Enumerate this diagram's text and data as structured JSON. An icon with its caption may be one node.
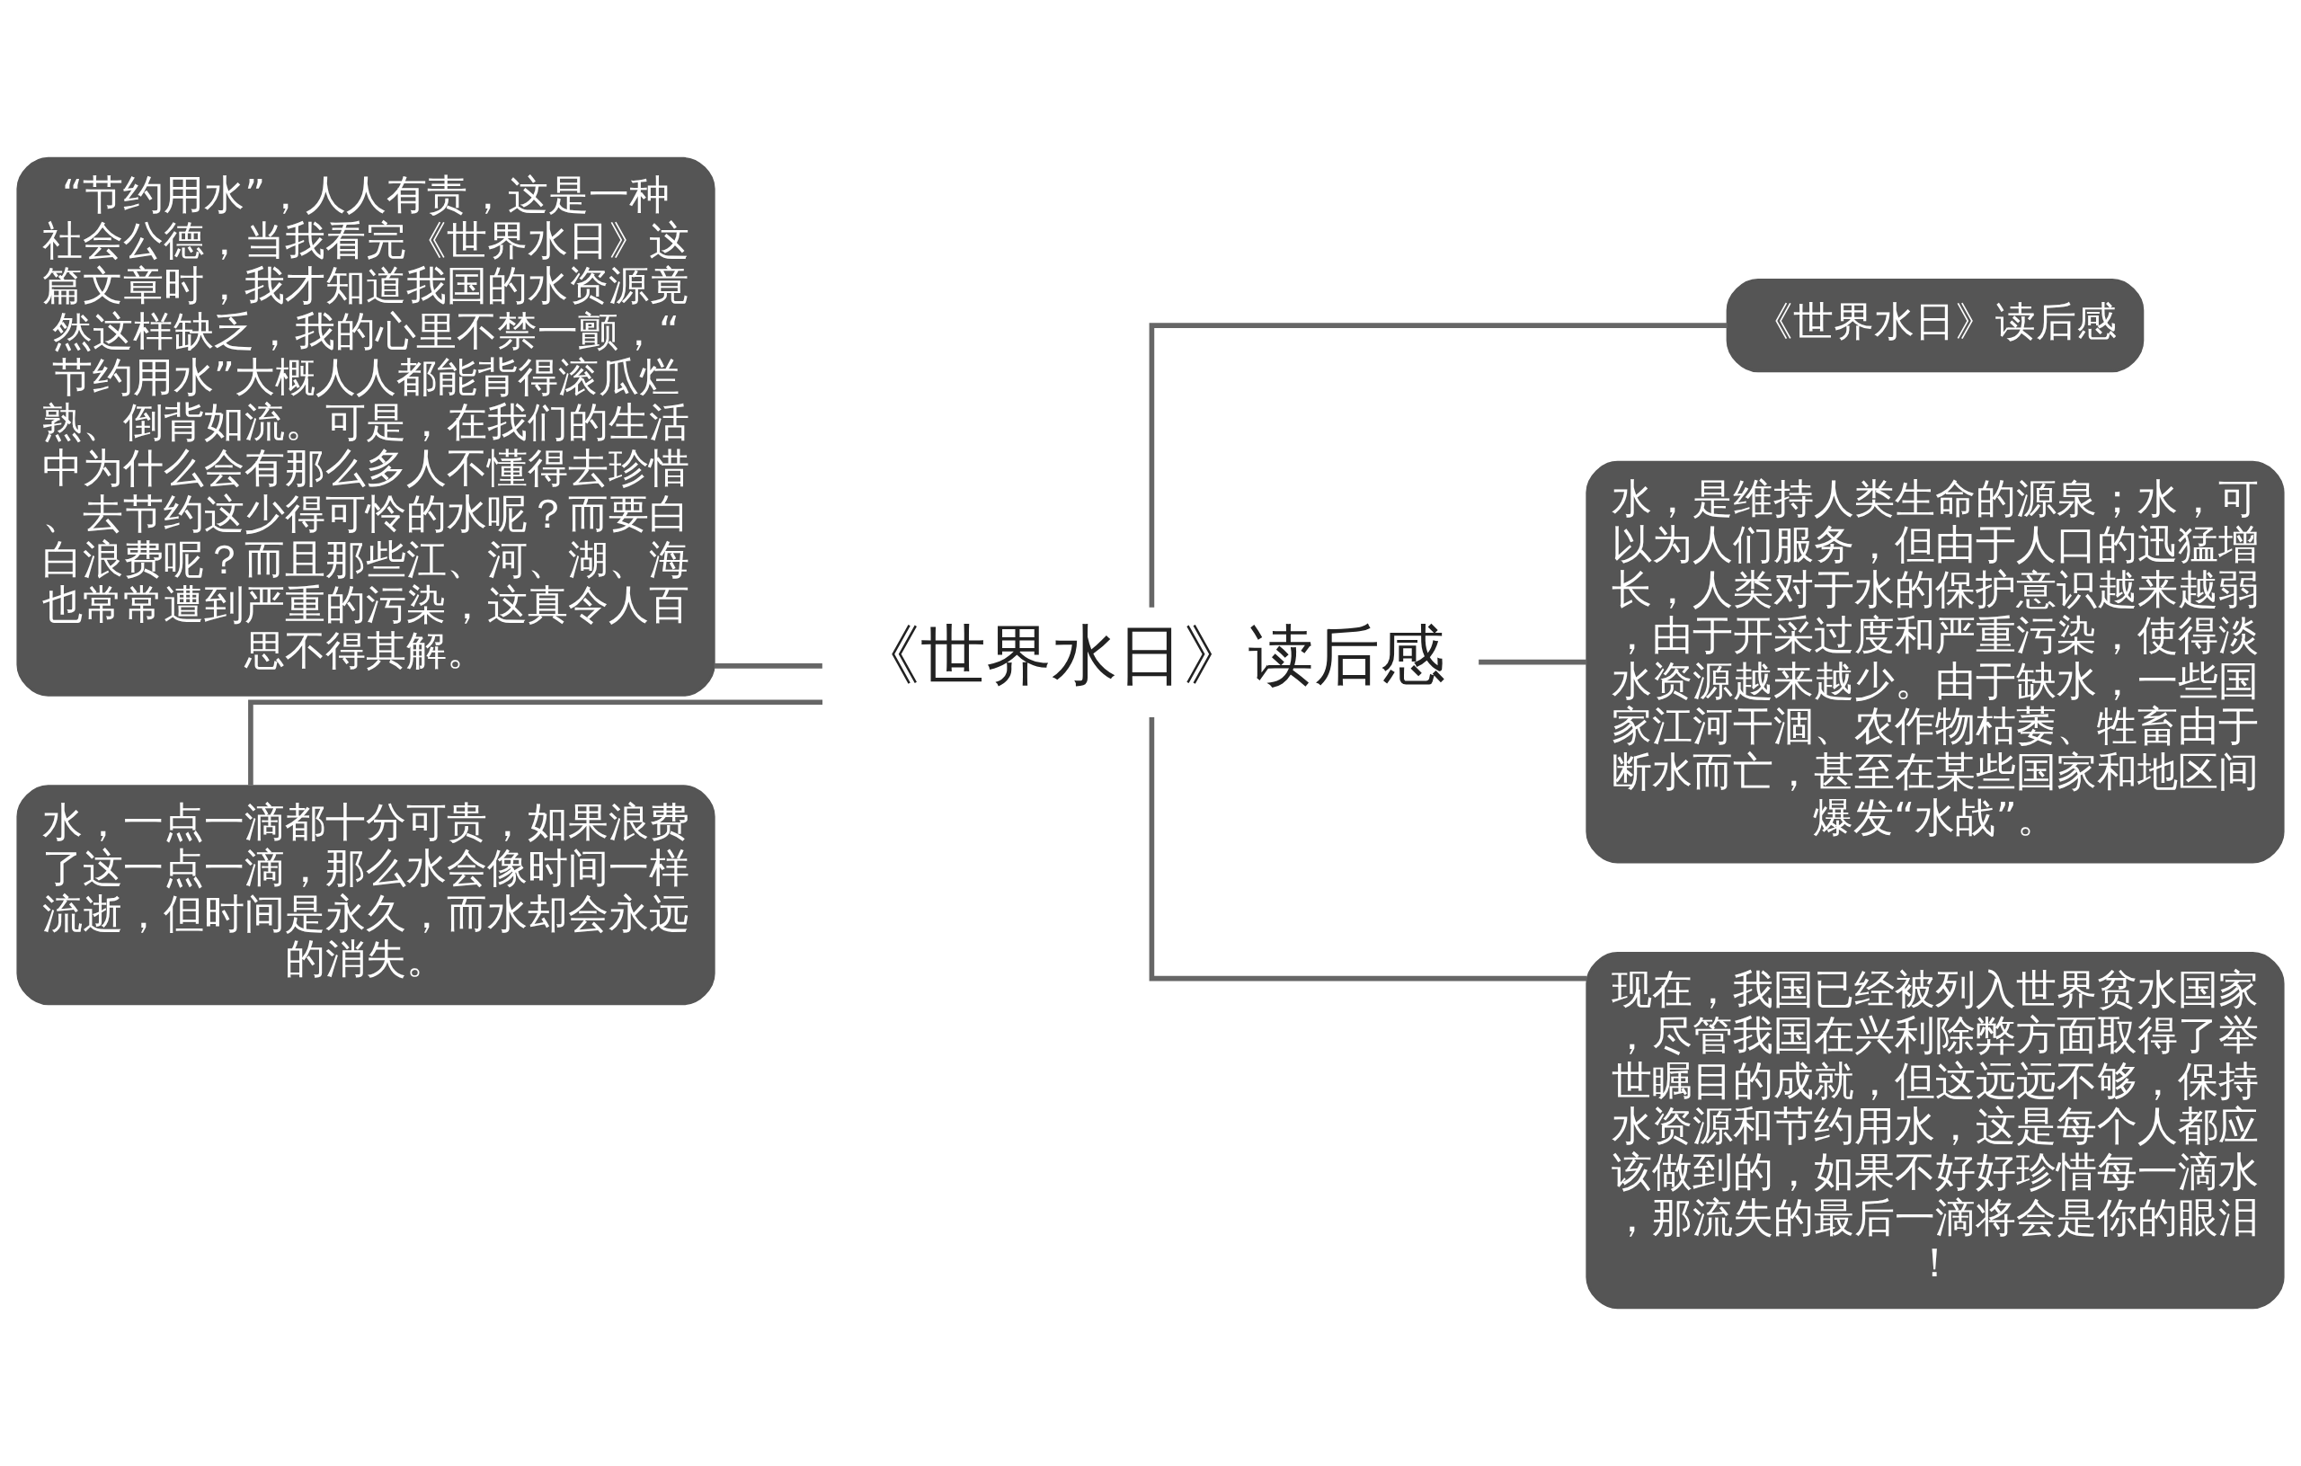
{
  "diagram": {
    "nodes": [
      {
        "text": [
          "《世界水日》读后感"
        ]
      },
      {
        "text": [
          "“节约用水”，人人有责，这是一种社会公德，当我看完《世界水日》这篇文章时，我才知道我国的水资源竟然这样缺乏，我的心里不禁一颤，“节约用水”大概人人都能背得滚瓜烂熟、倒背如流。可是，在我们的生活中为什么会有那么多人不懂得去珍惜、去节约这少得可怜的水呢？而要白白浪费呢？而且那些江、河、湖、海也常常遭到严重的污染，这真令人百思不得其解。"
        ]
      },
      {
        "text": [
          "水，一点一滴都十分可贵，如果浪费了这一点一滴，那么水会像时间一样流逝，但时间是永久，而水却会永远的消失。"
        ]
      },
      {
        "text": [
          "《世界水日》读后感"
        ]
      },
      {
        "text": [
          "水，是维持人类生命的源泉；水，可以为人们服务，但由于人口的迅猛增长，人类对于水的保护意识越来越弱，由于开采过度和严重污染，使得淡水资源越来越少。由于缺水，一些国家江河干涸、农作物枯萎、牲畜由于断水而亡，甚至在某些国家和地区间爆发“水战”。"
        ]
      },
      {
        "text": [
          "现在，我国已经被列入世界贫水国家，尽管我国在兴利除弊方面取得了举世瞩目的成就，但这远远不够，保持水资源和节约用水，这是每个人都应该做到的，如果不好好珍惜每一滴水，那流失的最后一滴将会是你的眼泪！"
        ]
      }
    ],
    "edges": [
      {
        "from": 0,
        "to": 1,
        "arrow": "none"
      },
      {
        "from": 0,
        "to": 2,
        "arrow": "none"
      },
      {
        "from": 0,
        "to": 3,
        "arrow": "none"
      },
      {
        "from": 0,
        "to": 4,
        "arrow": "none"
      },
      {
        "from": 0,
        "to": 5,
        "arrow": "none"
      }
    ]
  }
}
